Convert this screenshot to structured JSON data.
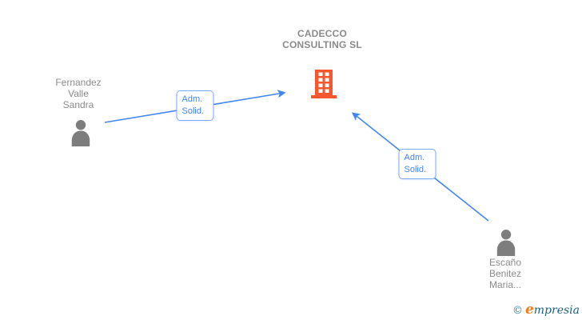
{
  "diagram": {
    "company": {
      "name": "CADECCO CONSULTING SL"
    },
    "people": [
      {
        "name": "Fernandez Valle Sandra"
      },
      {
        "name": "Escaño Benitez Maria..."
      }
    ],
    "edges": [
      {
        "label": "Adm. Solid.",
        "from": "Fernandez Valle Sandra",
        "to": "CADECCO CONSULTING SL"
      },
      {
        "label": "Adm. Solid.",
        "from": "Escaño Benitez Maria...",
        "to": "CADECCO CONSULTING SL"
      }
    ]
  },
  "watermark": {
    "copyright": "©",
    "brand": "empresia",
    "brand_initial": "e",
    "brand_rest": "mpresia"
  },
  "colors": {
    "edge_blue": "#4285F4",
    "label_border_blue": "#7AA9F7",
    "building_orange": "#F5572E",
    "person_gray": "#7D7D7D",
    "text_gray": "#8B8B8B",
    "logo_teal": "#1E5F7E",
    "logo_orange": "#F07D17"
  }
}
